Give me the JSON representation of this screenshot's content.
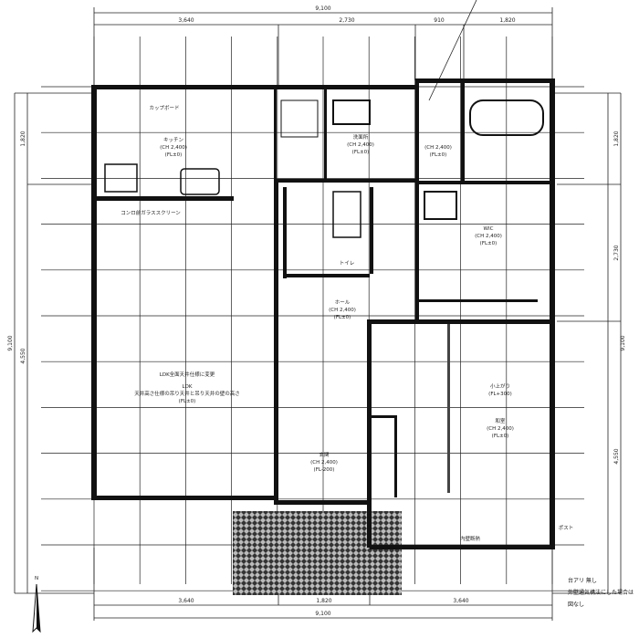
{
  "dimensions": {
    "top_total": "9,100",
    "top_segments": [
      "3,640",
      "2,730",
      "910",
      "1,820"
    ],
    "bottom_segments": [
      "3,640",
      "1,820",
      "3,640"
    ],
    "bottom_total": "9,100",
    "left_total": "9,100",
    "left_segments": [
      "1,820",
      "4,550"
    ],
    "right_total": "9,100",
    "right_segments": [
      "1,820",
      "2,730",
      "4,550"
    ]
  },
  "rooms": {
    "cupboard": "カップボード",
    "kitchen": "キッチン",
    "kitchen_ch": "(CH 2,400)",
    "kitchen_fl": "(FL±0)",
    "range_guard": "コンロ前ガラススクリーン",
    "ldk_note": "LDK全面天井仕様に変更",
    "ldk": "LDK",
    "ldk_sub": "天井高さ仕様の吊り天井と吊り天井の壁の高さ",
    "ldk_fl": "(FL±0)",
    "washroom": "洗面所",
    "washroom_ch": "(CH 2,400)",
    "washroom_fl": "(FL±0)",
    "bath_ch": "(CH 2,400)",
    "bath_fl": "(FL±0)",
    "wic": "WIC",
    "wic_ch": "(CH 2,400)",
    "wic_fl": "(FL±0)",
    "hall": "ホール",
    "hall_ch": "(CH 2,400)",
    "hall_fl": "(FL±0)",
    "entrance": "玄関",
    "entrance_ch": "(CH 2,400)",
    "entrance_fl": "(FL-200)",
    "raised": "小上がり",
    "raised_fl": "(FL+300)",
    "japanese_room": "和室",
    "japanese_ch": "(CH 2,400)",
    "japanese_fl": "(FL±0)",
    "inner_insulation": "内壁断熱",
    "mailbox": "ポスト",
    "toilet": "トイレ"
  },
  "notes": {
    "line1": "台アリ 無し",
    "line2": "外壁通気構法にした場合は",
    "line3": "図なし"
  }
}
